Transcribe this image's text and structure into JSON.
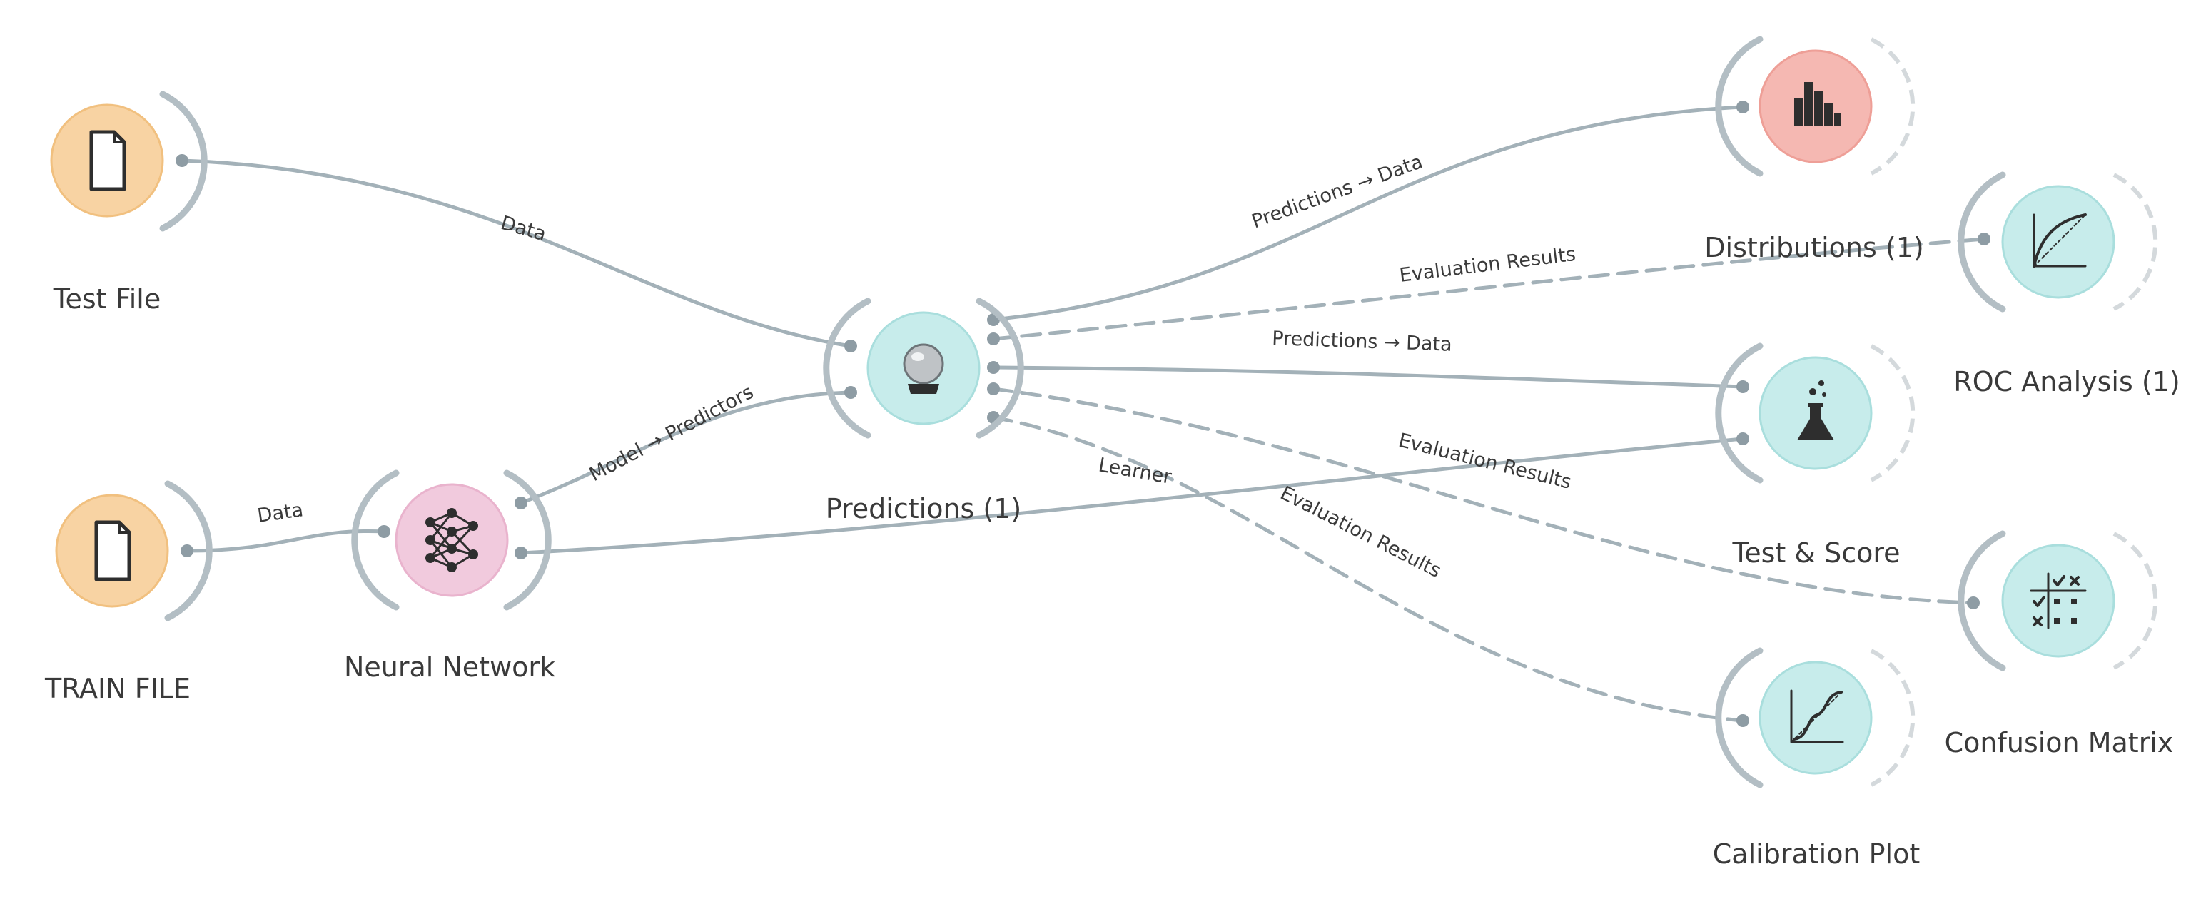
{
  "nodes": {
    "test_file": {
      "label": "Test File",
      "color": "#f8d3a3",
      "icon": "file-icon"
    },
    "train_file": {
      "label": "TRAIN FILE",
      "color": "#f8d3a3",
      "icon": "file-icon"
    },
    "neural_network": {
      "label": "Neural Network",
      "color": "#f1cadd",
      "icon": "network-icon"
    },
    "predictions": {
      "label": "Predictions (1)",
      "color": "#c7eceb",
      "icon": "crystal-ball-icon"
    },
    "distributions": {
      "label": "Distributions (1)",
      "color": "#f5b8b2",
      "icon": "bar-chart-icon"
    },
    "roc_analysis": {
      "label": "ROC Analysis (1)",
      "color": "#c7eceb",
      "icon": "roc-curve-icon"
    },
    "test_score": {
      "label": "Test & Score",
      "color": "#c7eceb",
      "icon": "flask-icon"
    },
    "confusion_matrix": {
      "label": "Confusion Matrix",
      "color": "#c7eceb",
      "icon": "matrix-grid-icon"
    },
    "calibration_plot": {
      "label": "Calibration Plot",
      "color": "#c7eceb",
      "icon": "calibration-curve-icon"
    }
  },
  "links": {
    "test_to_predictions": "Data",
    "train_to_network": "Data",
    "network_to_predictions": "Model → Predictors",
    "network_to_testscore": "Learner",
    "predictions_to_distributions": "Predictions → Data",
    "predictions_to_roc": "Evaluation Results",
    "predictions_to_testscore": "Predictions → Data",
    "predictions_to_confusion": "Evaluation Results",
    "predictions_to_calibration": "Evaluation Results"
  }
}
